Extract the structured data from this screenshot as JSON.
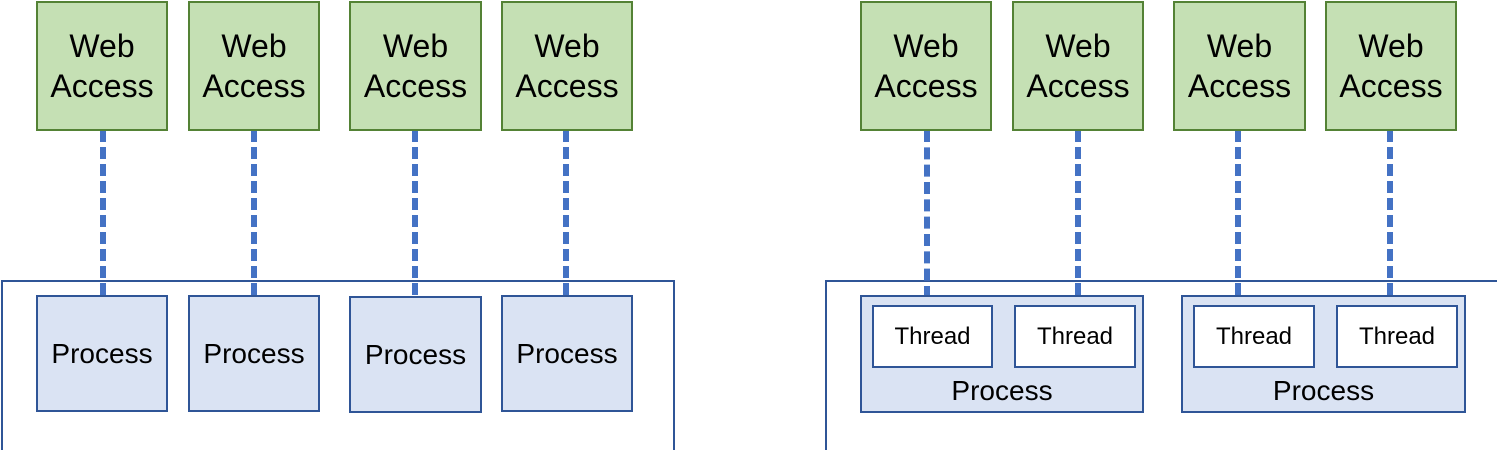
{
  "left": {
    "web_access": [
      {
        "line1": "Web",
        "line2": "Access"
      },
      {
        "line1": "Web",
        "line2": "Access"
      },
      {
        "line1": "Web",
        "line2": "Access"
      },
      {
        "line1": "Web",
        "line2": "Access"
      }
    ],
    "processes": [
      "Process",
      "Process",
      "Process",
      "Process"
    ]
  },
  "right": {
    "web_access": [
      {
        "line1": "Web",
        "line2": "Access"
      },
      {
        "line1": "Web",
        "line2": "Access"
      },
      {
        "line1": "Web",
        "line2": "Access"
      },
      {
        "line1": "Web",
        "line2": "Access"
      }
    ],
    "processes": [
      {
        "label": "Process",
        "threads": [
          "Thread",
          "Thread"
        ]
      },
      {
        "label": "Process",
        "threads": [
          "Thread",
          "Thread"
        ]
      }
    ]
  },
  "colors": {
    "web_fill": "#c5e0b4",
    "web_border": "#548235",
    "process_fill": "#dae3f3",
    "process_border": "#2f5597",
    "connector": "#4472c4"
  }
}
